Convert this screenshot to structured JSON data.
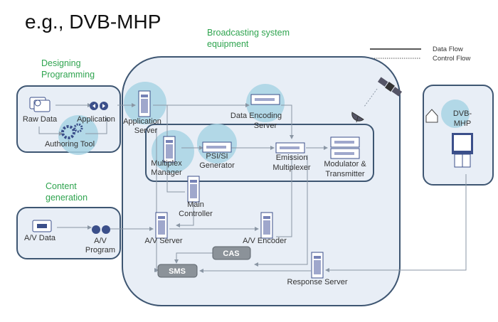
{
  "title": "e.g., DVB-MHP",
  "legend": {
    "data_flow": "Data Flow",
    "control_flow": "Control Flow"
  },
  "groups": {
    "designing": [
      "Designing",
      "Programming"
    ],
    "content": [
      "Content",
      "generation"
    ],
    "broadcasting": [
      "Broadcasting system",
      "equipment"
    ]
  },
  "nodes": {
    "raw_data": "Raw Data",
    "application": "Application",
    "authoring_tool": "Authoring Tool",
    "app_server": [
      "Application",
      "Server"
    ],
    "data_encoding": [
      "Data Encoding",
      "Server"
    ],
    "mux_manager": [
      "Multiplex",
      "Manager"
    ],
    "psi_si": [
      "PSI/SI",
      "Generator"
    ],
    "emission_mux": [
      "Emission",
      "Multiplexer"
    ],
    "modulator": [
      "Modulator &",
      "Transmitter"
    ],
    "main_controller": [
      "Main",
      "Controller"
    ],
    "av_server": "A/V Server",
    "av_encoder": "A/V Encoder",
    "cas": "CAS",
    "sms": "SMS",
    "response_server": "Response Server",
    "av_data": "A/V Data",
    "av_program": [
      "A/V",
      "Program"
    ],
    "dvb_mhp": [
      "DVB-",
      "MHP"
    ]
  },
  "colors": {
    "group_label": "#2fa44f",
    "box_stroke": "#3e5672",
    "box_fill": "#e8eef6",
    "halo": "#a8d4e4"
  }
}
